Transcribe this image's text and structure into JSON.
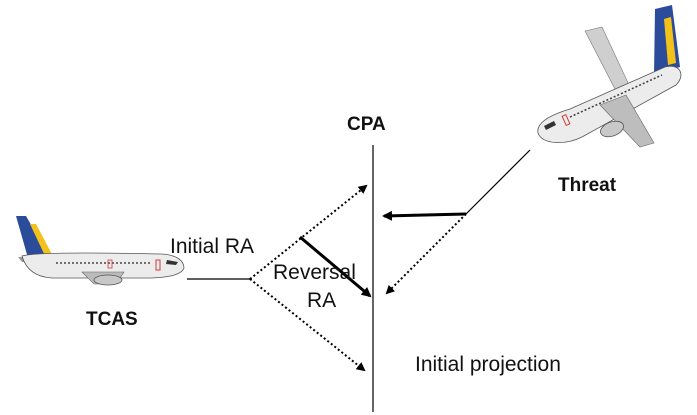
{
  "labels": {
    "cpa": "CPA",
    "threat": "Threat",
    "tcas": "TCAS",
    "initial_ra": "Initial RA",
    "reversal_ra_line1": "Reversal",
    "reversal_ra_line2": "RA",
    "initial_projection": "Initial projection"
  },
  "aircraft": {
    "own": {
      "role": "TCAS aircraft",
      "icon": "airliner-side-icon"
    },
    "intruder": {
      "role": "Threat aircraft",
      "icon": "airliner-oblique-icon"
    }
  },
  "colors": {
    "line": "#000000",
    "fuselage": "#ececec",
    "tail_blue": "#2b4c9a",
    "tail_yellow": "#f2c21b",
    "accent_red": "#d23a3a"
  }
}
